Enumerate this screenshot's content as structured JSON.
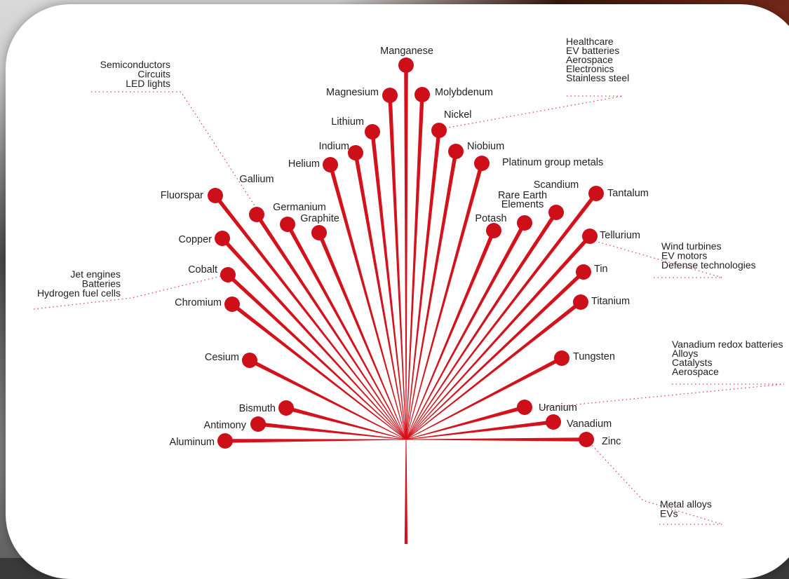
{
  "colors": {
    "stem": "#d3121b",
    "node": "#cc0f18",
    "leader": "#e4474d",
    "text": "#222222"
  },
  "minerals": [
    {
      "id": "aluminum",
      "name": "Aluminum"
    },
    {
      "id": "antimony",
      "name": "Antimony"
    },
    {
      "id": "bismuth",
      "name": "Bismuth"
    },
    {
      "id": "cesium",
      "name": "Cesium"
    },
    {
      "id": "chromium",
      "name": "Chromium"
    },
    {
      "id": "cobalt",
      "name": "Cobalt"
    },
    {
      "id": "copper",
      "name": "Copper"
    },
    {
      "id": "fluorspar",
      "name": "Fluorspar"
    },
    {
      "id": "gallium",
      "name": "Gallium"
    },
    {
      "id": "germanium",
      "name": "Germanium"
    },
    {
      "id": "graphite",
      "name": "Graphite"
    },
    {
      "id": "helium",
      "name": "Helium"
    },
    {
      "id": "indium",
      "name": "Indium"
    },
    {
      "id": "lithium",
      "name": "Lithium"
    },
    {
      "id": "magnesium",
      "name": "Magnesium"
    },
    {
      "id": "manganese",
      "name": "Manganese"
    },
    {
      "id": "molybdenum",
      "name": "Molybdenum"
    },
    {
      "id": "nickel",
      "name": "Nickel"
    },
    {
      "id": "niobium",
      "name": "Niobium"
    },
    {
      "id": "platinum",
      "name": "Platinum group metals"
    },
    {
      "id": "potash",
      "name": "Potash"
    },
    {
      "id": "ree",
      "name": "Rare Earth\nElements"
    },
    {
      "id": "scandium",
      "name": "Scandium"
    },
    {
      "id": "tantalum",
      "name": "Tantalum"
    },
    {
      "id": "tellurium",
      "name": "Tellurium"
    },
    {
      "id": "tin",
      "name": "Tin"
    },
    {
      "id": "titanium",
      "name": "Titanium"
    },
    {
      "id": "tungsten",
      "name": "Tungsten"
    },
    {
      "id": "uranium",
      "name": "Uranium"
    },
    {
      "id": "vanadium",
      "name": "Vanadium"
    },
    {
      "id": "zinc",
      "name": "Zinc"
    }
  ],
  "annotations": [
    {
      "id": "semis",
      "lines": [
        "Semiconductors",
        "Circuits",
        "LED lights"
      ]
    },
    {
      "id": "healthcare",
      "lines": [
        "Healthcare",
        "EV batteries",
        "Aerospace",
        "Electronics",
        "Stainless steel"
      ]
    },
    {
      "id": "jet",
      "lines": [
        "Jet engines",
        "Batteries",
        "Hydrogen fuel cells"
      ]
    },
    {
      "id": "wind",
      "lines": [
        "Wind turbines",
        "EV motors",
        "Defense technologies"
      ]
    },
    {
      "id": "vanadium-uses",
      "lines": [
        "Vanadium redox batteries",
        "Alloys",
        "Catalysts",
        "Aerospace"
      ]
    },
    {
      "id": "zinc-uses",
      "lines": [
        "Metal alloys",
        "EVs"
      ]
    }
  ]
}
